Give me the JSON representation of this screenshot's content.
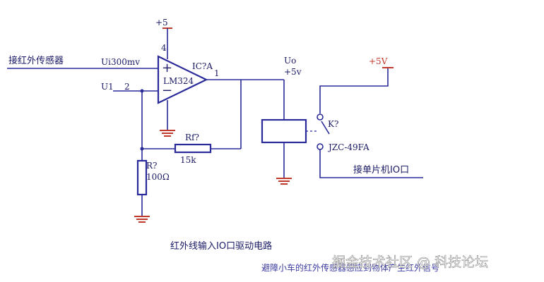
{
  "labels": {
    "vcc_opamp": "+5",
    "pin_power": "4",
    "input_label": "接红外传感器",
    "input_value": "Ui300mv",
    "u1": "U1",
    "pin_2": "2",
    "plus_sign": "+",
    "minus_sign": "−",
    "ic_ref": "IC?A",
    "ic_part": "LM324",
    "pin_1": "1",
    "rf_ref": "Rf?",
    "rf_value": "15k",
    "r_ref": "R?",
    "r_value": "100Ω",
    "uo": "Uo",
    "uo_value": "+5v",
    "vcc_relay": "+5V",
    "relay_ref": "K?",
    "relay_part": "JZC-49FA",
    "mcu_label": "接单片机IO口",
    "caption": "红外线输入IO口驱动电路",
    "subcaption": "避障小车的红外传感器感应到物体产生红外信号"
  },
  "watermark": "掘金技术社区 @ 科技论坛",
  "colors": {
    "wire": "#2a2a9a",
    "ground_and_supply": "#c0392b",
    "text": "#1a1a66"
  }
}
